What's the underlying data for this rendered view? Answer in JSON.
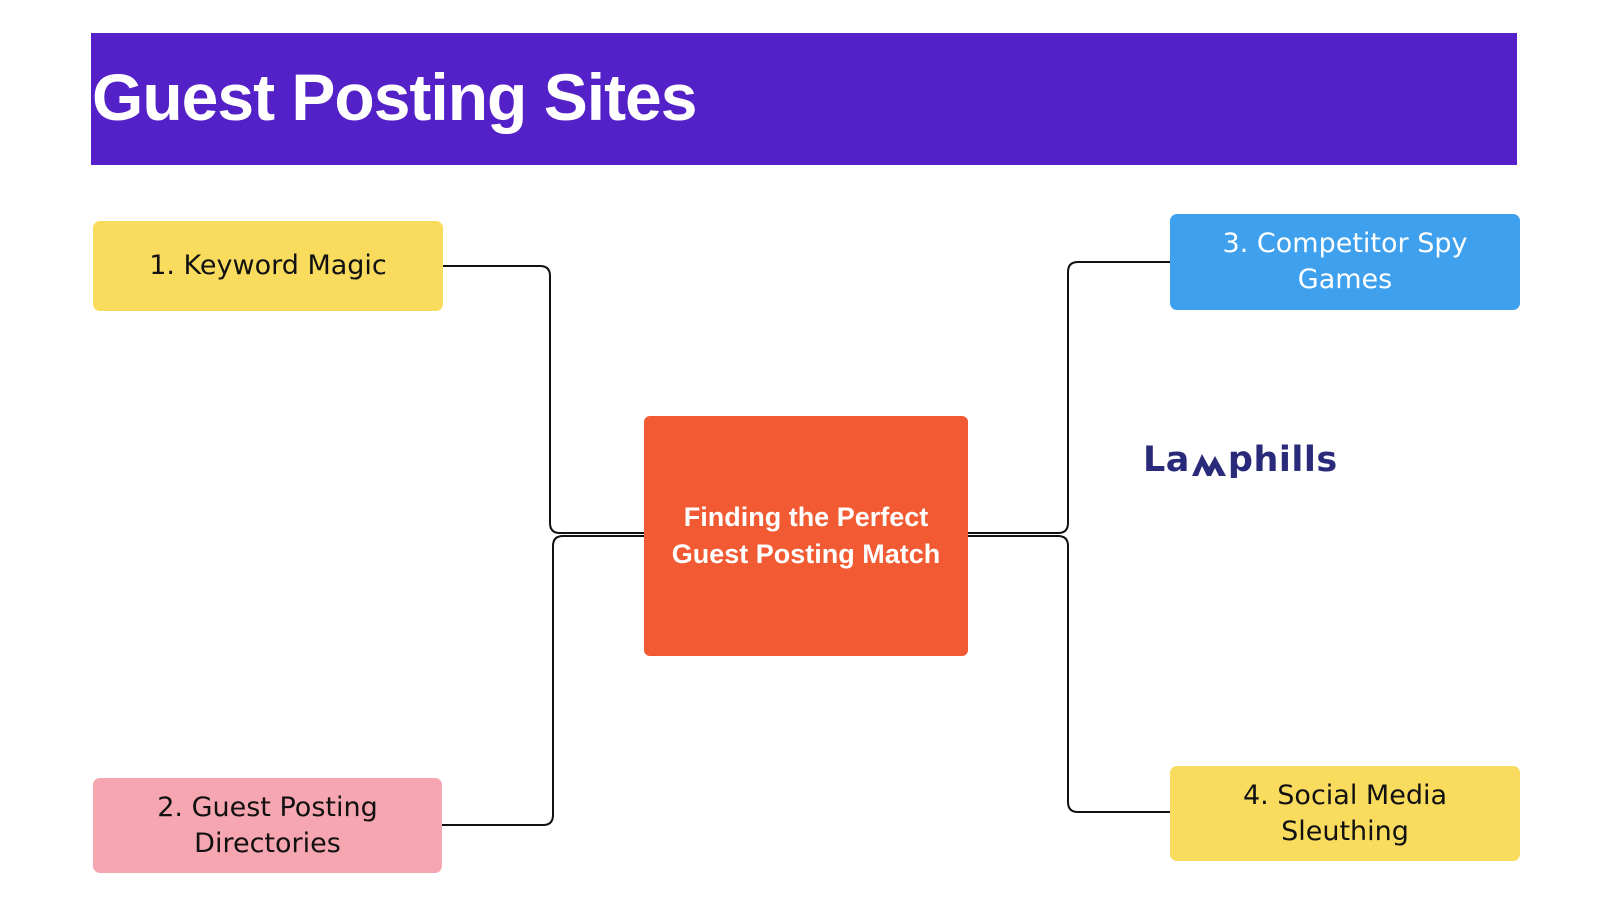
{
  "header": {
    "title": "Guest Posting Sites"
  },
  "diagram": {
    "center": {
      "label": "Finding the Perfect Guest Posting Match",
      "line1": "Finding the Perfect",
      "line2": "Guest Posting Match"
    },
    "branches": [
      {
        "label": "1. Keyword Magic",
        "line1": "1. Keyword Magic",
        "line2": ""
      },
      {
        "label": "2. Guest Posting Directories",
        "line1": "2. Guest Posting",
        "line2": "Directories"
      },
      {
        "label": "3. Competitor Spy Games",
        "line1": "3. Competitor Spy",
        "line2": "Games"
      },
      {
        "label": "4. Social Media Sleuthing",
        "line1": "4. Social Media",
        "line2": "Sleuthing"
      }
    ]
  },
  "logo": {
    "text": "Lamphills",
    "part_left": "La",
    "part_right": "phills"
  },
  "colors": {
    "banner": "#5420C8",
    "center_box": "#F15A32",
    "keyword_box": "#F9DB5D",
    "directories_box": "#F6A6B0",
    "competitor_box": "#3FA1EE",
    "social_box": "#F9DB5D",
    "logo_text": "#2A2A7A",
    "connector": "#111111"
  }
}
